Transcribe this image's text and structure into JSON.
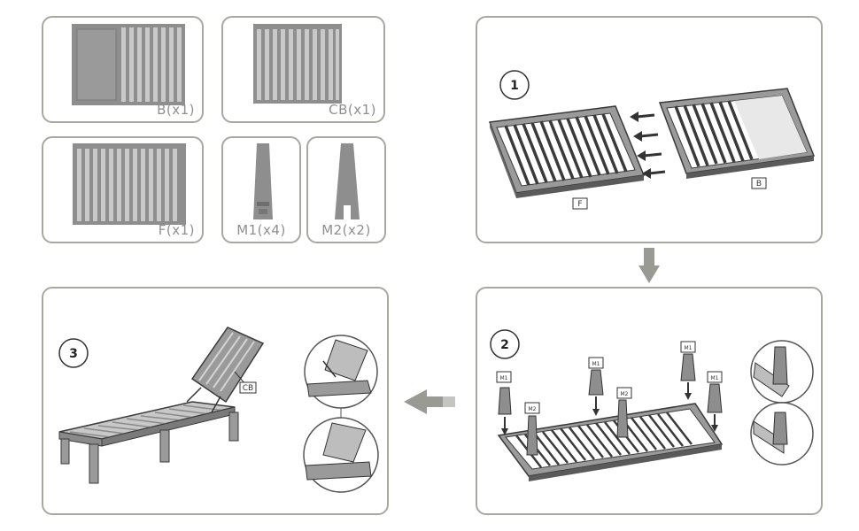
{
  "parts": [
    {
      "id": "B",
      "label": "B(x1)"
    },
    {
      "id": "CB",
      "label": "CB(x1)"
    },
    {
      "id": "F",
      "label": "F(x1)"
    },
    {
      "id": "M1",
      "label": "M1(x4)"
    },
    {
      "id": "M2",
      "label": "M2(x2)"
    }
  ],
  "steps": [
    {
      "number": "1",
      "tags": [
        "F",
        "B"
      ]
    },
    {
      "number": "2",
      "tags": [
        "M1",
        "M2",
        "M1",
        "M1",
        "M2",
        "M1"
      ]
    },
    {
      "number": "3",
      "tags": [
        "CB"
      ]
    }
  ],
  "colors": {
    "panel_border": "#a8a8a0",
    "part_fill": "#8c8c8c",
    "arrow": "#9a9a95",
    "line": "#3a3a3a"
  }
}
